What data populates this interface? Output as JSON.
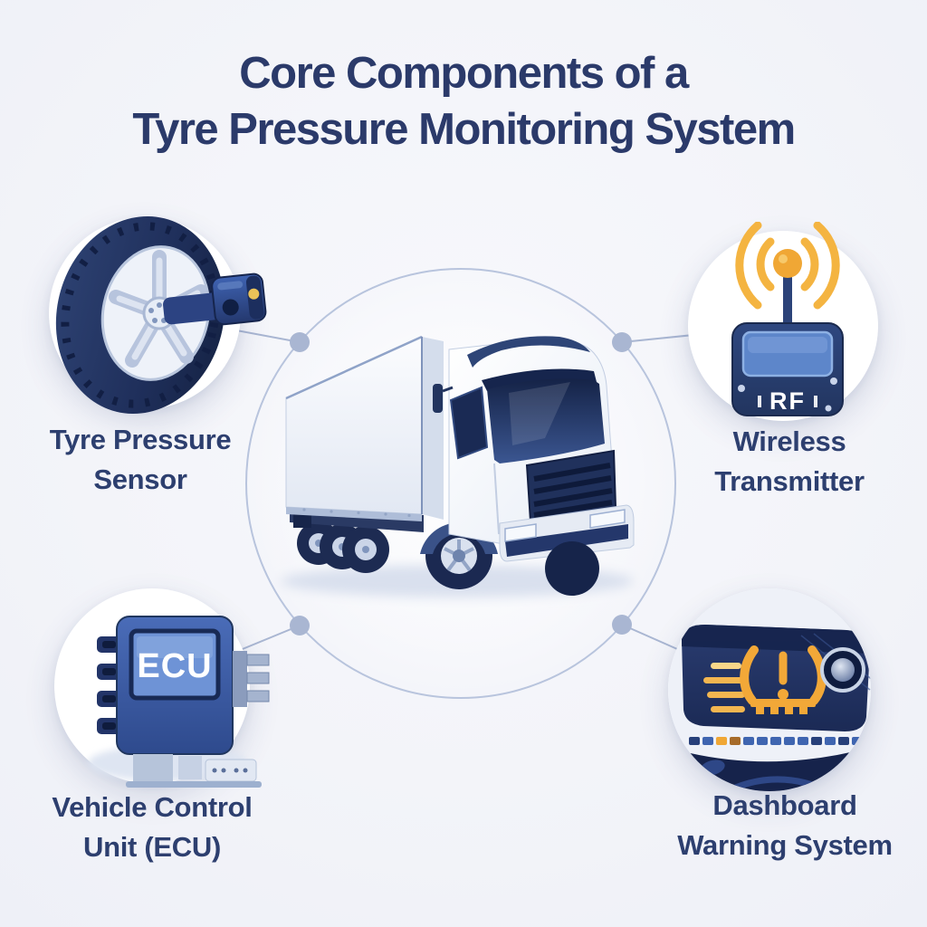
{
  "title": {
    "line1": "Core Components of a",
    "line2": "Tyre Pressure Monitoring System"
  },
  "components": [
    {
      "id": "tyre-pressure-sensor",
      "label_line1": "Tyre Pressure",
      "label_line2": "Sensor"
    },
    {
      "id": "wireless-transmitter",
      "label_line1": "Wireless",
      "label_line2": "Transmitter",
      "device_text": "RF"
    },
    {
      "id": "vehicle-control-unit",
      "label_line1": "Vehicle Control",
      "label_line2": "Unit (ECU)",
      "device_text": "ECU"
    },
    {
      "id": "dashboard-warning-system",
      "label_line1": "Dashboard",
      "label_line2": "Warning System"
    }
  ],
  "center": {
    "illustration": "box-truck"
  },
  "colors": {
    "background": "#f3f4f9",
    "title_text": "#2b3a6a",
    "label_text": "#2d3f6f",
    "connector_line": "#a9b6d2",
    "ring_stroke": "#b8c4dd",
    "halo_fill": "#ffffff",
    "navy_dark": "#16254d",
    "navy": "#22345f",
    "device_blue": "#3d5fae",
    "screen_blue": "#6e93d6",
    "warning_amber": "#f0a735",
    "signal_yellow": "#f4b441",
    "silver": "#cdd7e8"
  }
}
